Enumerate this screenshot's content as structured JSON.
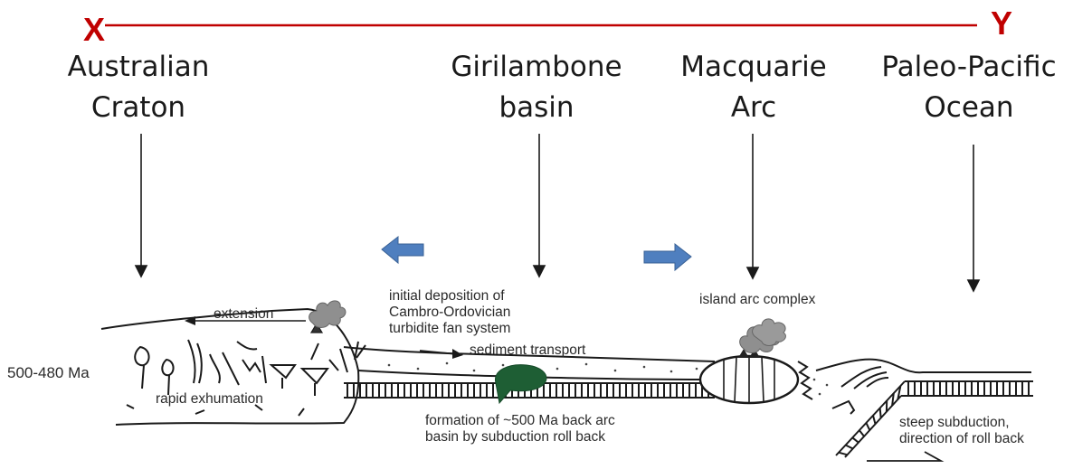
{
  "section_line": {
    "left_label": "X",
    "right_label": "Y",
    "line_color": "#c00000"
  },
  "regions": [
    {
      "line1": "Australian",
      "line2": "Craton"
    },
    {
      "line1": "Girilambone",
      "line2": "basin"
    },
    {
      "line1": "Macquarie",
      "line2": "Arc"
    },
    {
      "line1": "Paleo-Pacific",
      "line2": "Ocean"
    }
  ],
  "annotations": {
    "extension": "extension",
    "initial_deposition": [
      "initial deposition of",
      "Cambro-Ordovician",
      "turbidite fan system"
    ],
    "sediment_transport": "sediment transport",
    "island_arc": "island arc complex",
    "age": "500-480 Ma",
    "exhumation": "rapid exhumation",
    "back_arc": [
      "formation of ~500 Ma back arc",
      "basin by subduction roll back"
    ],
    "subduction": [
      "steep subduction,",
      "direction of roll back"
    ]
  },
  "colors": {
    "spread_arrows": "#4f7fbf",
    "basin_blob": "#1e5e34"
  }
}
